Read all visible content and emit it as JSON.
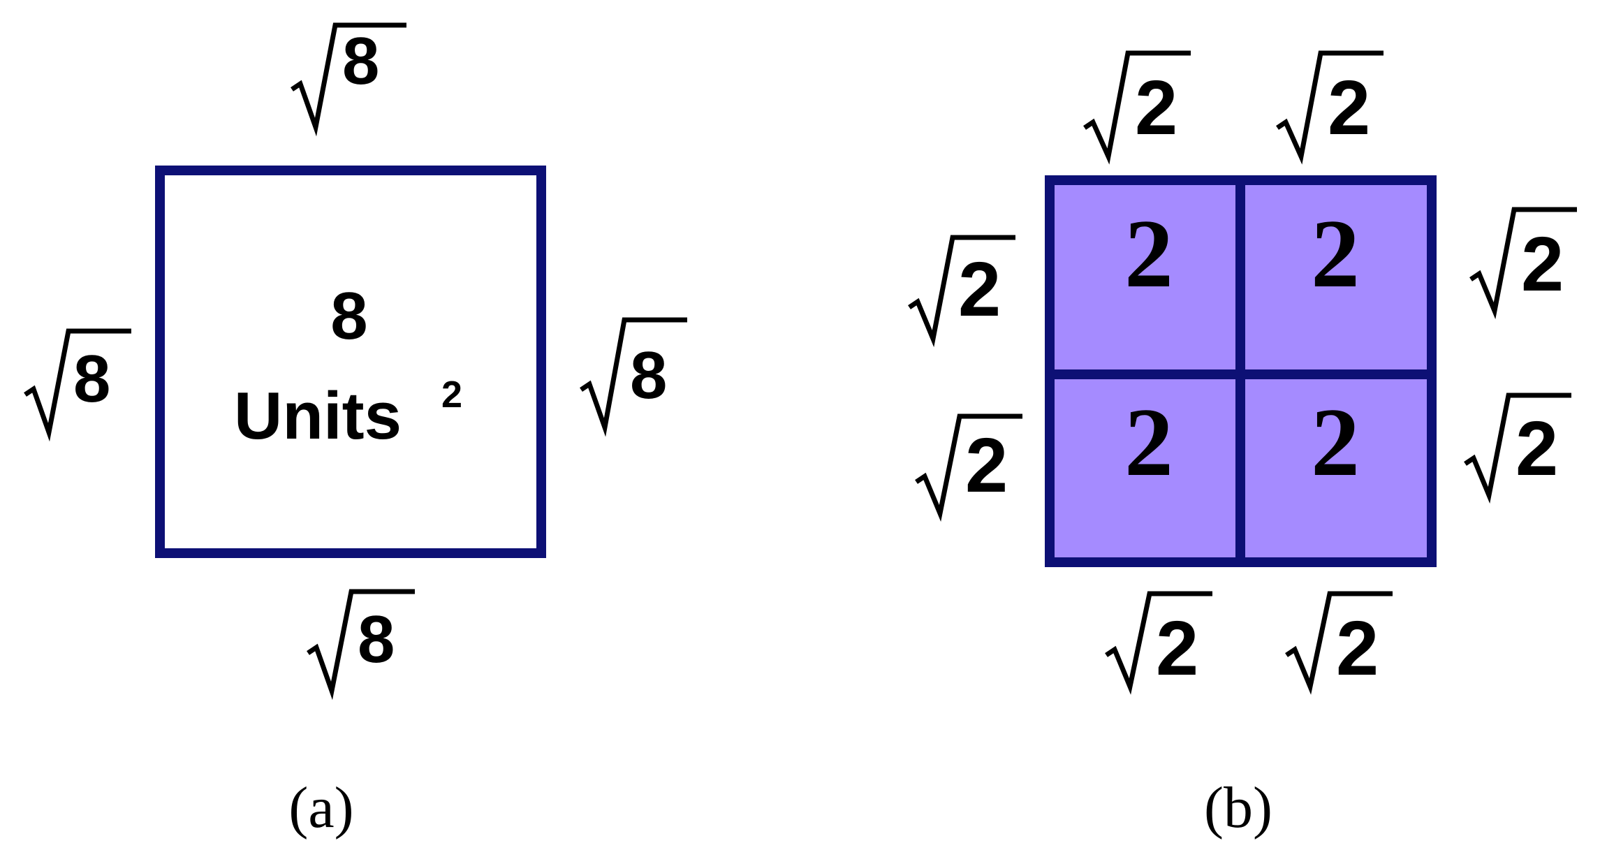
{
  "colors": {
    "outline": "#0d1075",
    "cell_fill": "#a58bff",
    "text": "#000000"
  },
  "panel_a": {
    "caption": "(a)",
    "side_radicand": "8",
    "area_value": "8",
    "area_unit": "Units",
    "area_exponent": "2"
  },
  "panel_b": {
    "caption": "(b)",
    "side_radicand": "2",
    "cells": [
      "2",
      "2",
      "2",
      "2"
    ]
  }
}
